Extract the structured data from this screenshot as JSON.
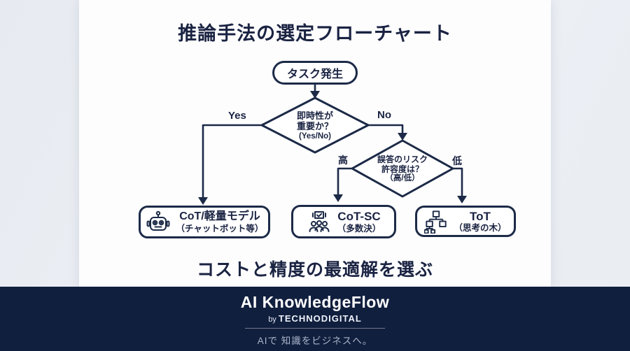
{
  "page": {
    "title": "推論手法の選定フローチャート",
    "tagline": "コストと精度の最適解を選ぶ"
  },
  "flowchart": {
    "start": {
      "label": "タスク発生"
    },
    "decision1": {
      "line1": "即時性が",
      "line2": "重要か？",
      "line3": "(Yes/No)",
      "yes_label": "Yes",
      "no_label": "No"
    },
    "decision2": {
      "line1": "誤答のリスク",
      "line2": "許容度は？",
      "line3": "（高/低）",
      "high_label": "高",
      "low_label": "低"
    },
    "results": [
      {
        "icon": "robot-icon",
        "title": "CoT/軽量モデル",
        "subtitle": "（チャットボット等）"
      },
      {
        "icon": "group-check-icon",
        "title": "CoT-SC",
        "subtitle": "（多数決）"
      },
      {
        "icon": "tree-icon",
        "title": "ToT",
        "subtitle": "（思考の木）"
      }
    ]
  },
  "footer": {
    "brand": "AI KnowledgeFlow",
    "by_prefix": "by",
    "company": "TECHNODIGITAL",
    "tagline": "AIで 知識をビジネスへ。"
  },
  "colors": {
    "line_navy": "#1c2a47",
    "text_navy": "#1a2342",
    "footer_bg": "#111f3e",
    "card_bg": "#fdfdfe",
    "page_bg": "#e9edf2"
  }
}
